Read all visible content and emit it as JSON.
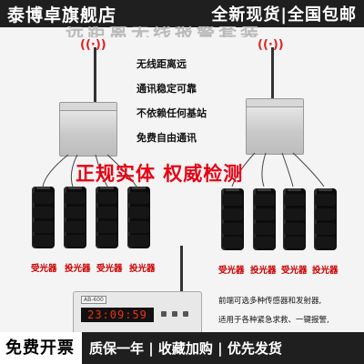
{
  "header": {
    "store_name": "泰博卓旗舰店",
    "promo": "全新现货|全国包邮"
  },
  "headline_partial": "远距离无线报警套装",
  "features": [
    "无线距离远",
    "通讯稳定可靠",
    "不依赖任何基站",
    "免费自由通讯"
  ],
  "stamp": "正规实体  权威检测",
  "sensor_labels": {
    "left": [
      "受光器",
      "投光器",
      "受光器",
      "投光器"
    ],
    "right": [
      "受光器",
      "投光器",
      "受光器",
      "投光器"
    ]
  },
  "panel": {
    "model": "AB-600",
    "display": "23:09:59"
  },
  "description": [
    "前端可选多种传感器和发射器,",
    "适用于各种紧急求救、一键报警,"
  ],
  "footer": {
    "invoice": "免费开票",
    "guarantee": "质保一年 | 收藏加购 | 优先发货"
  },
  "icons": {
    "signal": "wireless-signal-icon",
    "antenna": "antenna-icon"
  },
  "colors": {
    "accent_red": "#e60012",
    "bar": "#1f1f1f"
  }
}
